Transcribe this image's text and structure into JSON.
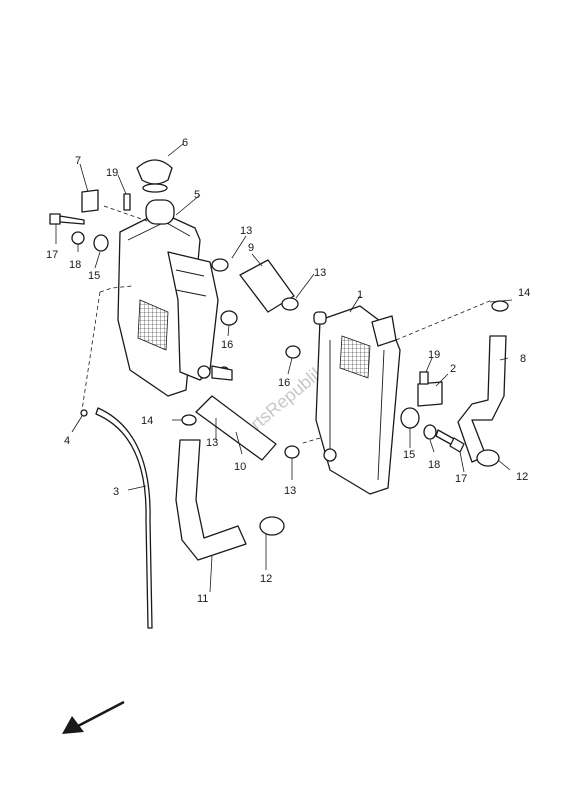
{
  "watermark": "PartsRepublik",
  "callouts": {
    "c1": "1",
    "c2": "2",
    "c3": "3",
    "c4": "4",
    "c5": "5",
    "c6": "6",
    "c7": "7",
    "c8": "8",
    "c9": "9",
    "c10": "10",
    "c11": "11",
    "c12a": "12",
    "c12b": "12",
    "c13a": "13",
    "c13b": "13",
    "c13c": "13",
    "c13d": "13",
    "c14a": "14",
    "c14b": "14",
    "c15a": "15",
    "c15b": "15",
    "c16a": "16",
    "c16b": "16",
    "c17a": "17",
    "c17b": "17",
    "c18a": "18",
    "c18b": "18",
    "c19a": "19",
    "c19b": "19"
  }
}
